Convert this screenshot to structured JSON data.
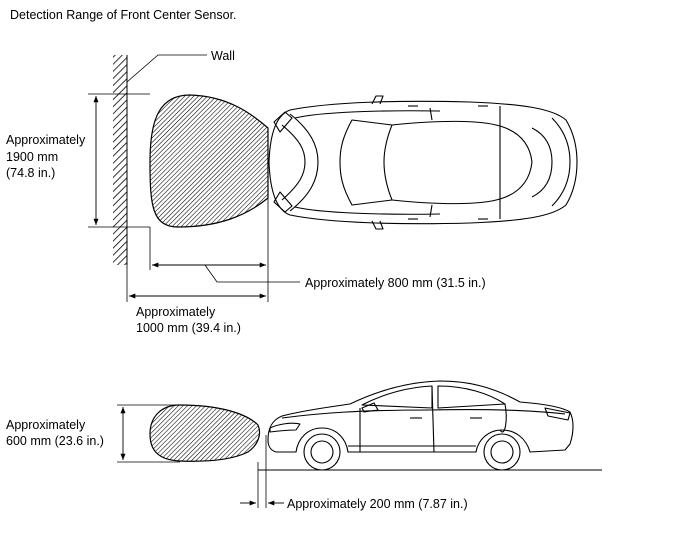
{
  "title": "Detection Range of Front Center Sensor.",
  "labels": {
    "wall": "Wall",
    "height_top_1": "Approximately",
    "height_top_2": "1900 mm",
    "height_top_3": "(74.8 in.)",
    "range_800": "Approximately 800 mm (31.5 in.)",
    "range_1000_1": "Approximately",
    "range_1000_2": "1000 mm (39.4 in.)",
    "height_side_1": "Approximately",
    "height_side_2": "600 mm (23.6 in.)",
    "gap_200": "Approximately 200 mm (7.87 in.)"
  },
  "colors": {
    "line": "#000000",
    "background": "#ffffff"
  },
  "icons": {
    "wall": "hatched-wall",
    "top_car": "car-top-view-icon",
    "side_car": "car-side-view-icon"
  }
}
